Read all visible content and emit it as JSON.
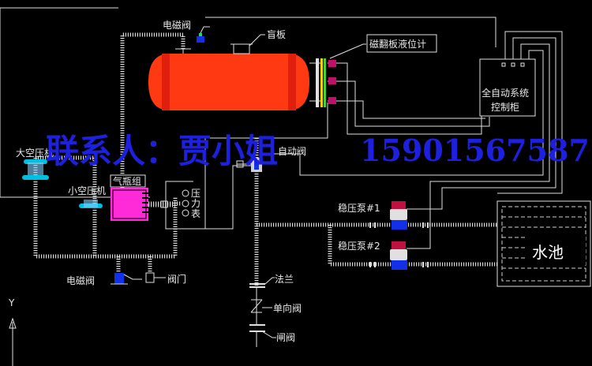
{
  "labels": {
    "solenoid_valve_top": "电磁阀",
    "blind_plate": "盲板",
    "level_gauge": "磁翻板液位计",
    "control_cabinet_line1": "全自动系统",
    "control_cabinet_line2": "控制柜",
    "big_compressor": "大空压机",
    "small_compressor": "小空压机",
    "gas_cylinder_group": "气瓶组",
    "pressure_gauge_chars": [
      "压",
      "力",
      "表"
    ],
    "auto_valve": "自动阀",
    "pump1": "稳压泵#1",
    "pump2": "稳压泵#2",
    "water_pool": "水池",
    "solenoid_valve_bottom": "电磁阀",
    "valve": "阀门",
    "flange": "法兰",
    "check_valve": "单向阀",
    "gate_valve": "闸阀",
    "axis_y": "Y"
  },
  "watermark": {
    "contact": "联系人：贾小姐",
    "phone": "15901567587"
  },
  "colors": {
    "tank": "#ff3a12",
    "tank_end": "#e0200c",
    "cylinder_group": "#ff2bd8",
    "valve_blue": "#1230e8",
    "valve_red": "#c01040",
    "gauge_magenta": "#c0106a",
    "watermark": "#1e20e0"
  }
}
